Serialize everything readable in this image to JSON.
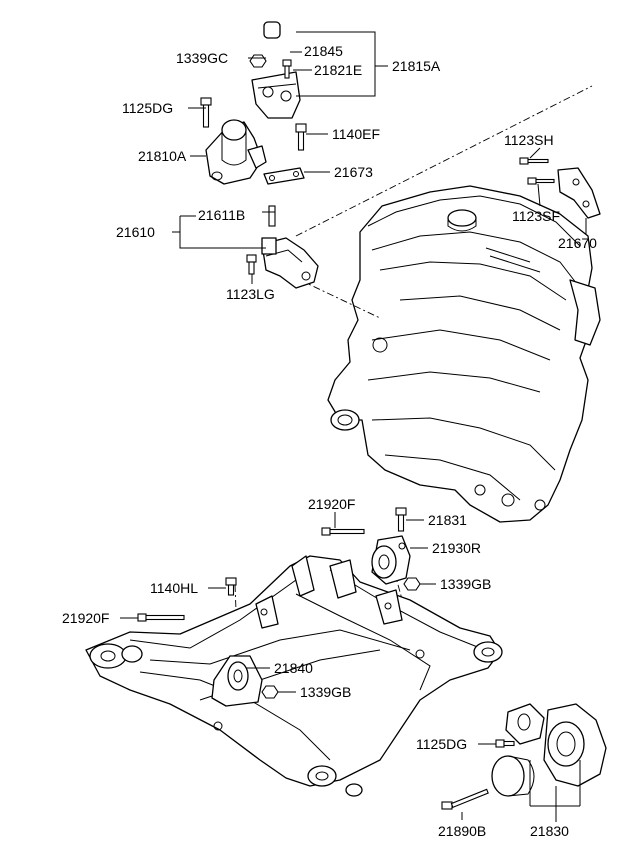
{
  "callouts": {
    "c21815A": "21815A",
    "c1339GC": "1339GC",
    "c21845": "21845",
    "c21821E": "21821E",
    "c1125DG_top": "1125DG",
    "c1140EF": "1140EF",
    "c21810A": "21810A",
    "c21673": "21673",
    "c1123SH": "1123SH",
    "c1123SF": "1123SF",
    "c21670": "21670",
    "c21611B": "21611B",
    "c21610": "21610",
    "c1123LG": "1123LG",
    "c21920F_top": "21920F",
    "c21831": "21831",
    "c21930R": "21930R",
    "c1339GB_right": "1339GB",
    "c1140HL": "1140HL",
    "c21920F_left": "21920F",
    "c21840": "21840",
    "c1339GB_center": "1339GB",
    "c1125DG_bottom": "1125DG",
    "c21890B": "21890B",
    "c21830": "21830"
  },
  "colors": {
    "line": "#000000",
    "background": "#ffffff"
  }
}
